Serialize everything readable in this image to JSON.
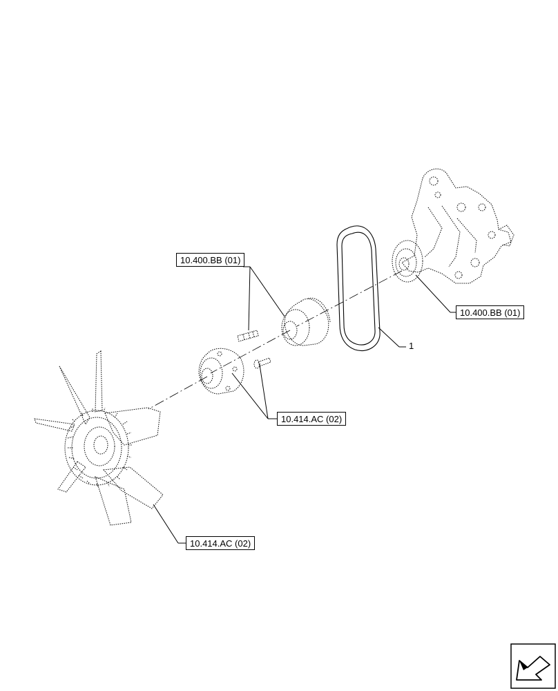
{
  "references": {
    "pulley_hub_top": "10.400.BB (01)",
    "water_pump": "10.400.BB (01)",
    "spacer_bolt": "10.414.AC (02)",
    "fan": "10.414.AC (02)"
  },
  "items": {
    "belt": "1"
  },
  "icons": {
    "navigation": "arrow-back-icon"
  }
}
